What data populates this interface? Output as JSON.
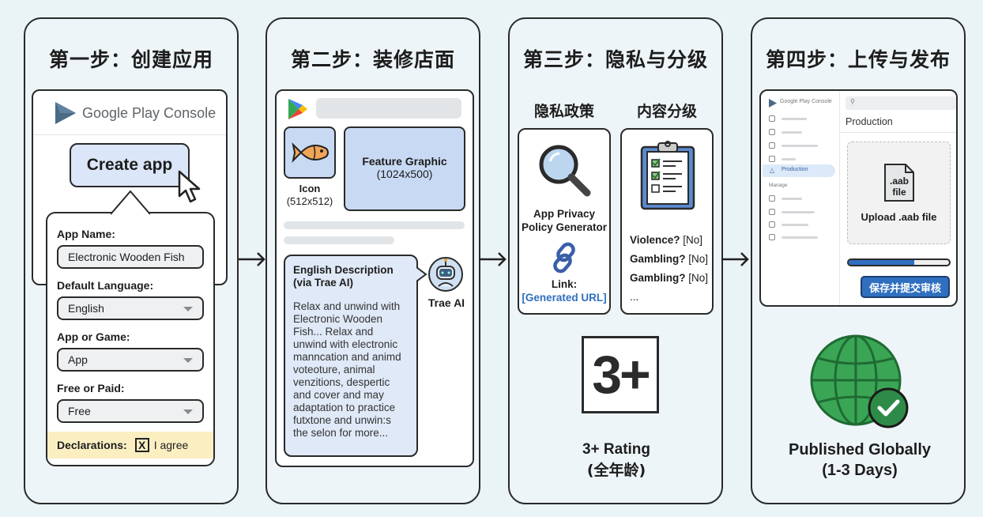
{
  "steps": [
    {
      "title": "第一步：创建应用",
      "console_name": "Google Play Console",
      "create_button": "Create app",
      "form": {
        "app_name_label": "App Name:",
        "app_name_value": "Electronic Wooden Fish",
        "language_label": "Default Language:",
        "language_value": "English",
        "type_label": "App or Game:",
        "type_value": "App",
        "price_label": "Free or Paid:",
        "price_value": "Free",
        "declarations_label": "Declarations:",
        "declarations_mark": "X",
        "declarations_value": "I agree"
      }
    },
    {
      "title": "第二步：装修店面",
      "icon_label": "Icon",
      "icon_size": "(512x512)",
      "feature_label": "Feature Graphic",
      "feature_size": "(1024x500)",
      "desc_title_1": "English Description",
      "desc_title_2": "(via Trae AI)",
      "desc_body": "Relax and unwind with Electronic Wooden Fish... Relax and unwind with electronic manncation and animd voteoture, animal venzitions, despertic and cover and may adaptation to practice futxtone and unwin:s the selon for more...",
      "ai_label": "Trae AI"
    },
    {
      "title": "第三步：隐私与分级",
      "privacy_heading": "隐私政策",
      "rating_heading": "内容分级",
      "generator_1": "App Privacy",
      "generator_2": "Policy Generator",
      "link_label": "Link:",
      "link_value": "[Generated URL]",
      "questions": [
        {
          "q": "Violence?",
          "a": "[No]"
        },
        {
          "q": "Gambling?",
          "a": "[No]"
        },
        {
          "q": "Gambling?",
          "a": "[No]"
        }
      ],
      "ellipsis": "...",
      "rating_badge": "3+",
      "rating_text": "3+ Rating",
      "rating_sub": "(全年龄)"
    },
    {
      "title": "第四步：上传与发布",
      "console_name": "Google Play Console",
      "search_glyph": "🔍",
      "page_title": "Production",
      "active_nav": "Production",
      "manage_label": "Manage",
      "file_ext": ".aab",
      "file_word": "file",
      "upload_label": "Upload .aab file",
      "upload_progress": 0.65,
      "submit_button": "保存并提交审核",
      "published_1": "Published Globally",
      "published_2": "(1-3 Days)"
    }
  ],
  "colors": {
    "accent_blue": "#2f6fbf",
    "tile_blue": "#c8d9f3",
    "globe_green": "#3aa655",
    "declaration_bg": "#fbefc2"
  }
}
